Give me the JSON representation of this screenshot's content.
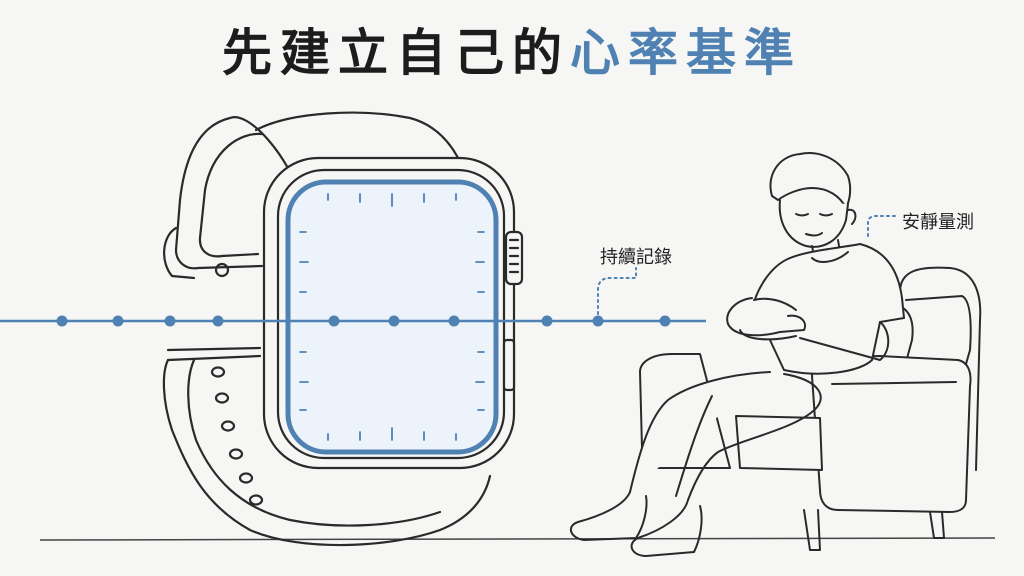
{
  "title": {
    "dark_part": "先建立自己的",
    "accent_part": "心率基準"
  },
  "labels": {
    "continuous_record": "持續記錄",
    "resting_measure": "安靜量測"
  },
  "colors": {
    "title_dark": "#1c1c1c",
    "accent_blue": "#4f82b3",
    "line_ink": "#2a2a2a",
    "background": "#f6f6f5"
  },
  "icons": {
    "watch": "smartwatch-illustration",
    "person": "seated-person-illustration",
    "chair": "armchair-illustration"
  }
}
